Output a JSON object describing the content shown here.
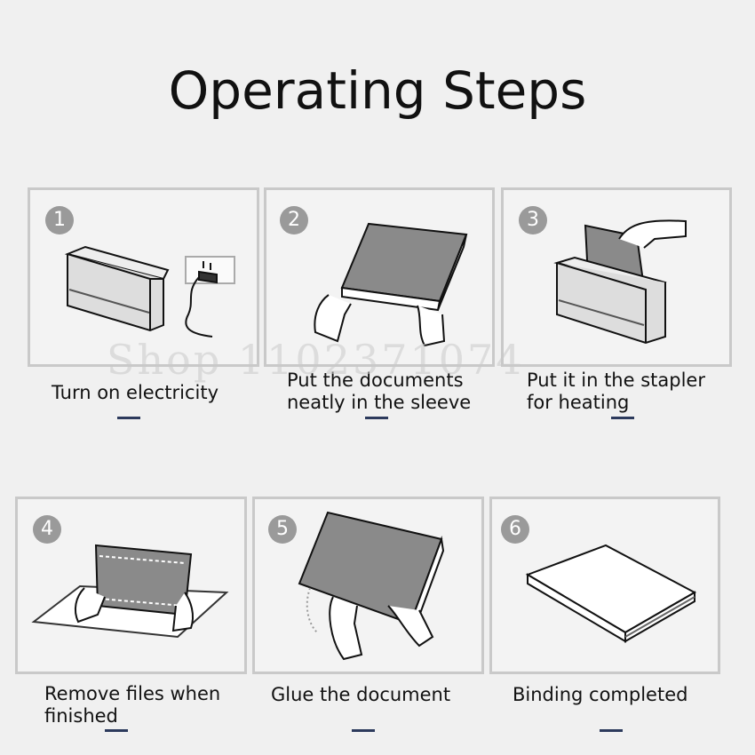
{
  "title": "Operating Steps",
  "watermark": "Shop 1102371074",
  "steps": [
    {
      "number": "1",
      "caption": "Turn on electricity"
    },
    {
      "number": "2",
      "caption": "Put the documents\nneatly in the sleeve"
    },
    {
      "number": "3",
      "caption": "Put it in the stapler\nfor heating"
    },
    {
      "number": "4",
      "caption": "Remove files when\nfinished"
    },
    {
      "number": "5",
      "caption": "Glue the document"
    },
    {
      "number": "6",
      "caption": "Binding completed"
    }
  ]
}
